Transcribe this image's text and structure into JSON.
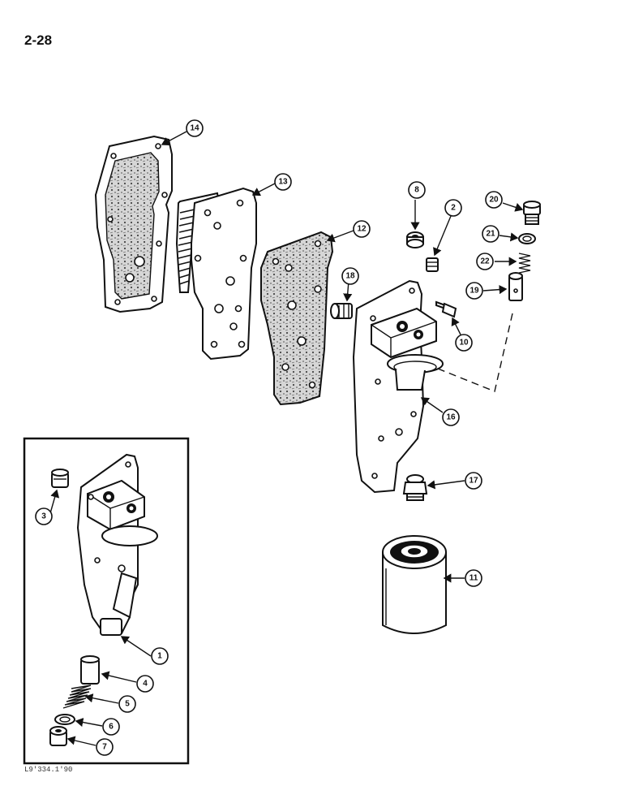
{
  "page_number": "2-28",
  "figure_code": "L9'334.1'90",
  "callouts": {
    "c1": "1",
    "c2": "2",
    "c3": "3",
    "c4": "4",
    "c5": "5",
    "c6": "6",
    "c7": "7",
    "c8": "8",
    "c10": "10",
    "c11": "11",
    "c12": "12",
    "c13": "13",
    "c14": "14",
    "c16": "16",
    "c17": "17",
    "c18": "18",
    "c19": "19",
    "c20": "20",
    "c21": "21",
    "c22": "22"
  }
}
